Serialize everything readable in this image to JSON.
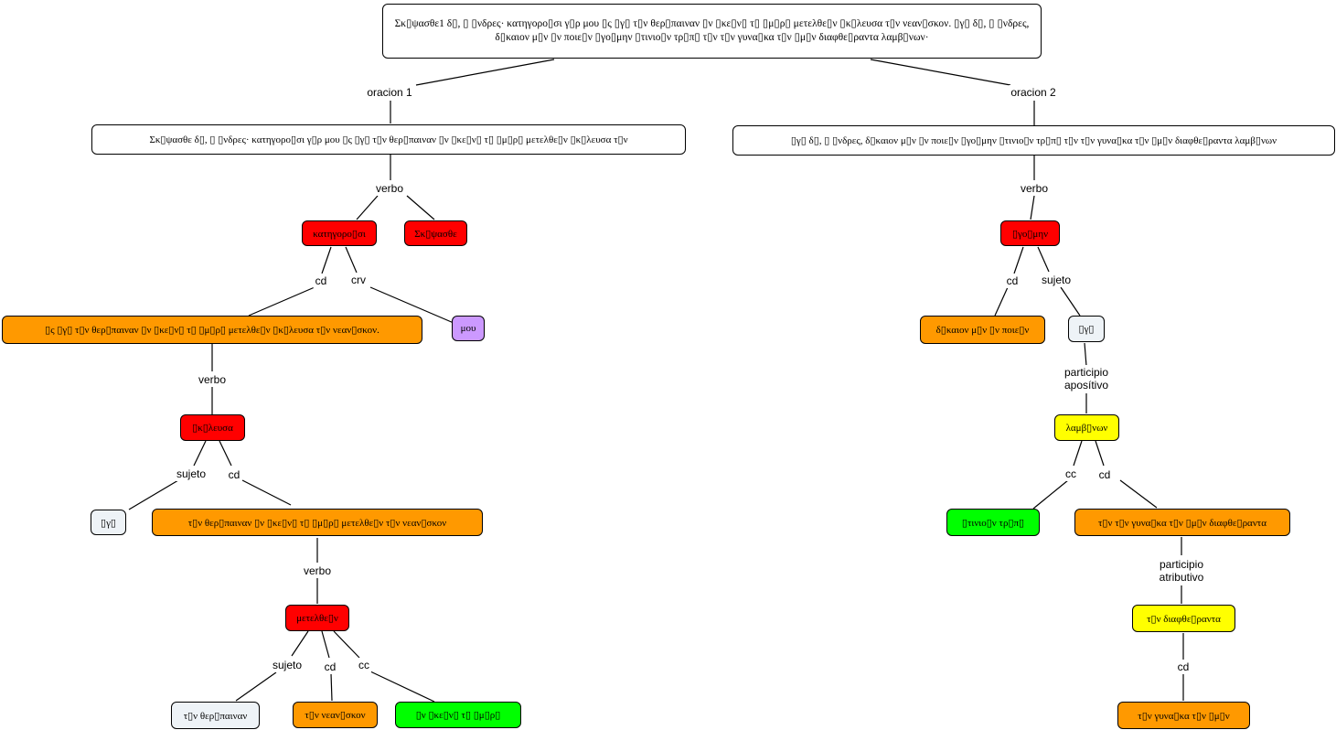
{
  "nodes": {
    "root": "Σκ▯ψασθε1 δ▯, ▯ ▯νδρες· κατηγορο▯σι γ▯ρ μου ▯ς ▯γ▯ τ▯ν θερ▯παιναν ▯ν ▯κε▯ν▯ τ▯ ▯μ▯ρ▯ μετελθε▯ν ▯κ▯λευσα τ▯ν νεαν▯σκον. ▯γ▯ δ▯, ▯ ▯νδρες, δ▯καιον μ▯ν ▯ν ποιε▯ν ▯γο▯μην ▯τινιο▯ν τρ▯π▯ τ▯ν τ▯ν γυνα▯κα τ▯ν ▯μ▯ν διαφθε▯ραντα λαμβ▯νων·",
    "s1": "Σκ▯ψασθε δ▯, ▯ ▯νδρες· κατηγορο▯σι γ▯ρ μου ▯ς ▯γ▯ τ▯ν θερ▯παιναν ▯ν ▯κε▯ν▯ τ▯ ▯μ▯ρ▯ μετελθε▯ν ▯κ▯λευσα τ▯ν",
    "s2": "▯γ▯ δ▯, ▯ ▯νδρες, δ▯καιον μ▯ν ▯ν ποιε▯ν ▯γο▯μην ▯τινιο▯ν τρ▯π▯ τ▯ν τ▯ν γυνα▯κα τ▯ν ▯μ▯ν διαφθε▯ραντα λαμβ▯νων",
    "katigorousi": "κατηγορο▯σι",
    "skepsasthe": "Σκ▯ψασθε",
    "hos_clause": "▯ς ▯γ▯ τ▯ν θερ▯παιναν ▯ν ▯κε▯ν▯ τ▯ ▯μ▯ρ▯ μετελθε▯ν ▯κ▯λευσα τ▯ν νεαν▯σκον.",
    "mou": "μου",
    "ekeleusa": "▯κ▯λευσα",
    "ego_left": "▯γ▯",
    "ten_therapainan_clause": "τ▯ν θερ▯παιναν ▯ν ▯κε▯ν▯ τ▯ ▯μ▯ρ▯ μετελθε▯ν  τ▯ν νεαν▯σκον",
    "metelthein": "μετελθε▯ν",
    "ten_therapainan": "τ▯ν θερ▯παιναν",
    "ton_neaniskon": "τ▯ν νεαν▯σκον",
    "en_ekeinei": "▯ν ▯κε▯ν▯ τ▯ ▯μ▯ρ▯",
    "egoumen": "▯γο▯μην",
    "dikaion": "δ▯καιον μ▯ν ▯ν ποιε▯ν",
    "ego_right": "▯γ▯",
    "lambanon": "λαμβ▯νων",
    "tinioun_tropoi": "▯τινιο▯ν τρ▯π▯",
    "ton_ten_gynaika": "τ▯ν τ▯ν γυνα▯κα τ▯ν ▯μ▯ν διαφθε▯ραντα",
    "ton_diaphtheiranta": "τ▯ν  διαφθε▯ραντα",
    "ten_gynaika": "τ▯ν γυνα▯κα τ▯ν ▯μ▯ν"
  },
  "labels": {
    "oracion1": "oracion 1",
    "oracion2": "oracion 2",
    "verbo_l1": "verbo",
    "verbo_r1": "verbo",
    "cd_l1": "cd",
    "crv_l1": "crv",
    "verbo_l2": "verbo",
    "sujeto_l2": "sujeto",
    "cd_l2": "cd",
    "verbo_l3": "verbo",
    "sujeto_l3": "sujeto",
    "cd_l3": "cd",
    "cc_l3": "cc",
    "cd_r1": "cd",
    "sujeto_r1": "sujeto",
    "participio_apositivo": "participio aposítivo",
    "cc_r2": "cc",
    "cd_r2": "cd",
    "participio_atributivo": "participio atributivo",
    "cd_r3": "cd"
  },
  "colors": {
    "verb": "#ff0000",
    "complement": "#ff9900",
    "crv": "#cc99ff",
    "subject": "#eef3f7",
    "circumstantial": "#00ff00",
    "participle": "#ffff00",
    "sentence": "#ffffff"
  }
}
